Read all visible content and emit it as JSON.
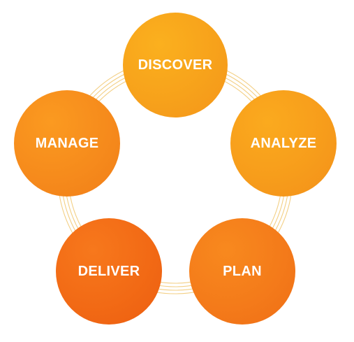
{
  "diagram": {
    "type": "cycle",
    "nodes": [
      {
        "id": "discover",
        "label": "DISCOVER"
      },
      {
        "id": "analyze",
        "label": "ANALYZE"
      },
      {
        "id": "plan",
        "label": "PLAN"
      },
      {
        "id": "deliver",
        "label": "DELIVER"
      },
      {
        "id": "manage",
        "label": "MANAGE"
      }
    ],
    "colors": {
      "ring": "#f3cf84",
      "label": "#ffffff"
    }
  }
}
